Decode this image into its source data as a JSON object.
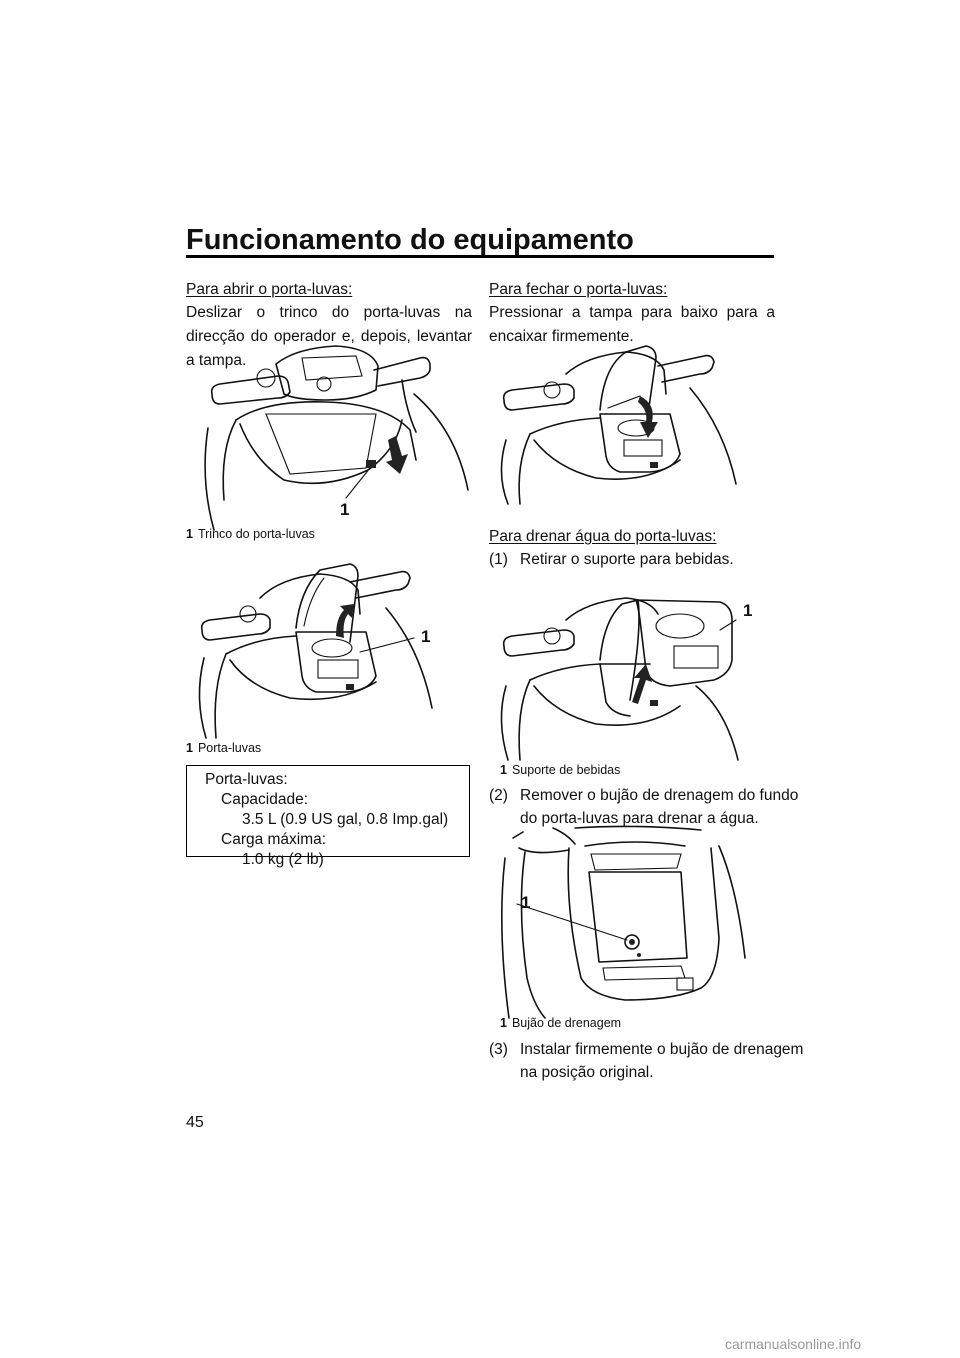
{
  "header": {
    "title": "Funcionamento do equipamento",
    "page_number": "45"
  },
  "left": {
    "open": {
      "heading": "Para abrir o porta-luvas:",
      "text": "Deslizar o trinco do porta-luvas na direcção do operador e, depois, levantar a tampa."
    },
    "fig1": {
      "callout": "1",
      "caption_num": "1",
      "caption": "Trinco do porta-luvas"
    },
    "fig2": {
      "callout": "1",
      "caption_num": "1",
      "caption": "Porta-luvas"
    },
    "spec": {
      "title": "Porta-luvas:",
      "capacity_label": "Capacidade:",
      "capacity_value": "3.5 L (0.9 US gal, 0.8 Imp.gal)",
      "load_label": "Carga máxima:",
      "load_value": "1.0 kg (2 lb)"
    }
  },
  "right": {
    "close": {
      "heading": "Para fechar o porta-luvas:",
      "text": "Pressionar a tampa para baixo para a encaixar firmemente."
    },
    "drain": {
      "heading": "Para drenar água do porta-luvas:",
      "step1_num": "(1)",
      "step1": "Retirar o suporte para bebidas.",
      "step2_num": "(2)",
      "step2": "Remover o bujão de drenagem do fundo do porta-luvas para drenar a água.",
      "step3_num": "(3)",
      "step3": "Instalar firmemente o bujão de drenagem na posição original."
    },
    "fig4": {
      "callout": "1",
      "caption_num": "1",
      "caption": "Suporte de bebidas"
    },
    "fig5": {
      "callout": "1",
      "caption_num": "1",
      "caption": "Bujão de drenagem"
    }
  },
  "footer": {
    "watermark": "carmanualsonline.info"
  }
}
